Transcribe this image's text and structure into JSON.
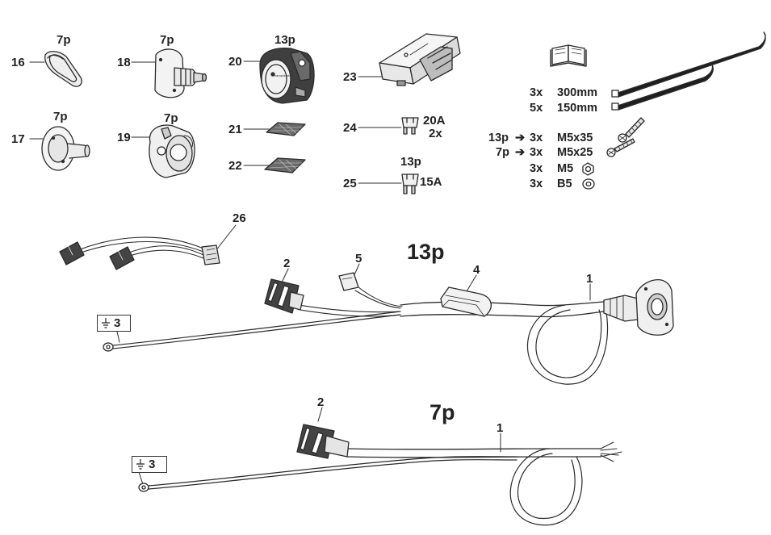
{
  "parts": {
    "p16": {
      "num": "16",
      "pins": "7p"
    },
    "p17": {
      "num": "17",
      "pins": "7p"
    },
    "p18": {
      "num": "18",
      "pins": "7p"
    },
    "p19": {
      "num": "19",
      "pins": "7p"
    },
    "p20": {
      "num": "20",
      "pins": "13p"
    },
    "p21": {
      "num": "21"
    },
    "p22": {
      "num": "22"
    },
    "p23": {
      "num": "23"
    },
    "p24": {
      "num": "24",
      "rating": "20A",
      "qty": "2x"
    },
    "p25": {
      "num": "25",
      "pins": "13p",
      "rating": "15A"
    },
    "p26": {
      "num": "26"
    }
  },
  "hardware": [
    {
      "prefix": "",
      "qty": "3x",
      "item": "300mm"
    },
    {
      "prefix": "",
      "qty": "5x",
      "item": "150mm"
    },
    {
      "prefix": "13p",
      "qty": "3x",
      "item": "M5x35"
    },
    {
      "prefix": "7p",
      "qty": "3x",
      "item": "M5x25"
    },
    {
      "prefix": "",
      "qty": "3x",
      "item": "M5"
    },
    {
      "prefix": "",
      "qty": "3x",
      "item": "B5"
    }
  ],
  "arrow": "➔",
  "harness13": {
    "title": "13p",
    "c1": "1",
    "c2": "2",
    "c3": "3",
    "c4": "4",
    "c5": "5"
  },
  "harness7": {
    "title": "7p",
    "c1": "1",
    "c2": "2",
    "c3": "3"
  },
  "icons": [
    "book-icon",
    "ground-icon",
    "cable-tie-icon",
    "screw-icon",
    "nut-icon",
    "washer-icon",
    "fuse-icon"
  ],
  "colors": {
    "line": "#2a2a2a",
    "fill_light": "#f2f2f2",
    "fill_mid": "#d9d9d9",
    "fill_dark": "#555555"
  }
}
